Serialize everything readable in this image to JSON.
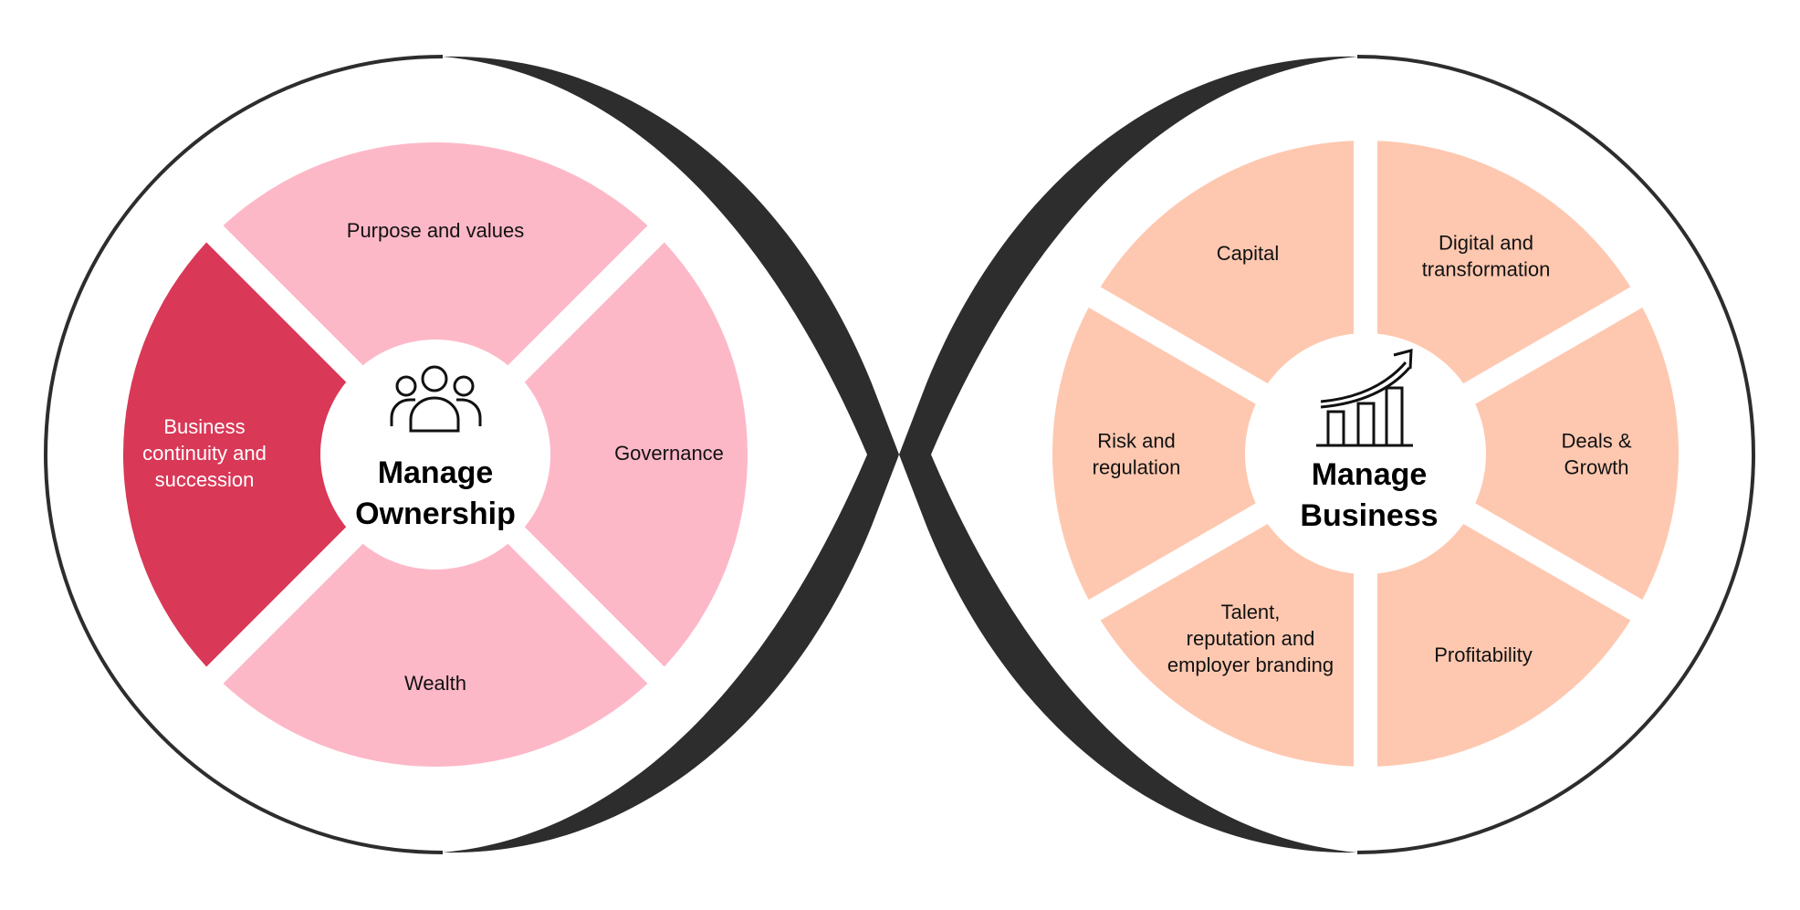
{
  "colors": {
    "loop": "#2d2d2d",
    "ownership_segment": "#fdb8c8",
    "ownership_highlight": "#d93857",
    "business_segment": "#fec8b0",
    "text_dark": "#111111",
    "text_light": "#ffffff"
  },
  "ownership": {
    "title_line1": "Manage",
    "title_line2": "Ownership",
    "icon": "people-group-icon",
    "segments": [
      {
        "lines": [
          "Purpose and values"
        ],
        "highlighted": false
      },
      {
        "lines": [
          "Governance"
        ],
        "highlighted": false
      },
      {
        "lines": [
          "Wealth"
        ],
        "highlighted": false
      },
      {
        "lines": [
          "Business",
          "continuity and",
          "succession"
        ],
        "highlighted": true
      }
    ]
  },
  "business": {
    "title_line1": "Manage",
    "title_line2": "Business",
    "icon": "growth-chart-icon",
    "segments": [
      {
        "lines": [
          "Digital and",
          "transformation"
        ]
      },
      {
        "lines": [
          "Deals &",
          "Growth"
        ]
      },
      {
        "lines": [
          "Profitability"
        ]
      },
      {
        "lines": [
          "Talent,",
          "reputation and",
          "employer branding"
        ]
      },
      {
        "lines": [
          "Risk and",
          "regulation"
        ]
      },
      {
        "lines": [
          "Capital"
        ]
      }
    ]
  }
}
